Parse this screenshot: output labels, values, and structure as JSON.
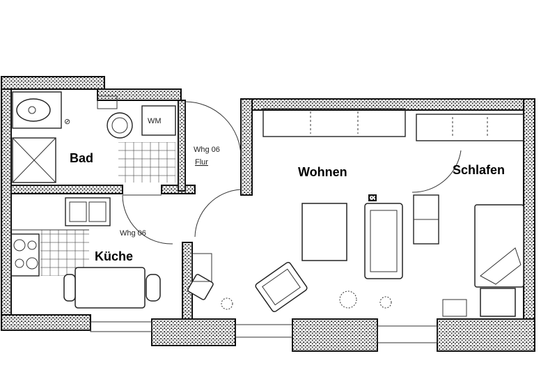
{
  "rooms": {
    "bad": "Bad",
    "wohnen": "Wohnen",
    "schlafen": "Schlafen",
    "kueche": "Küche",
    "flur": "Flur"
  },
  "fixtures": {
    "washing_machine": "WM",
    "door_label_flur": "Whg 06",
    "door_label_kueche": "Whg 06"
  }
}
